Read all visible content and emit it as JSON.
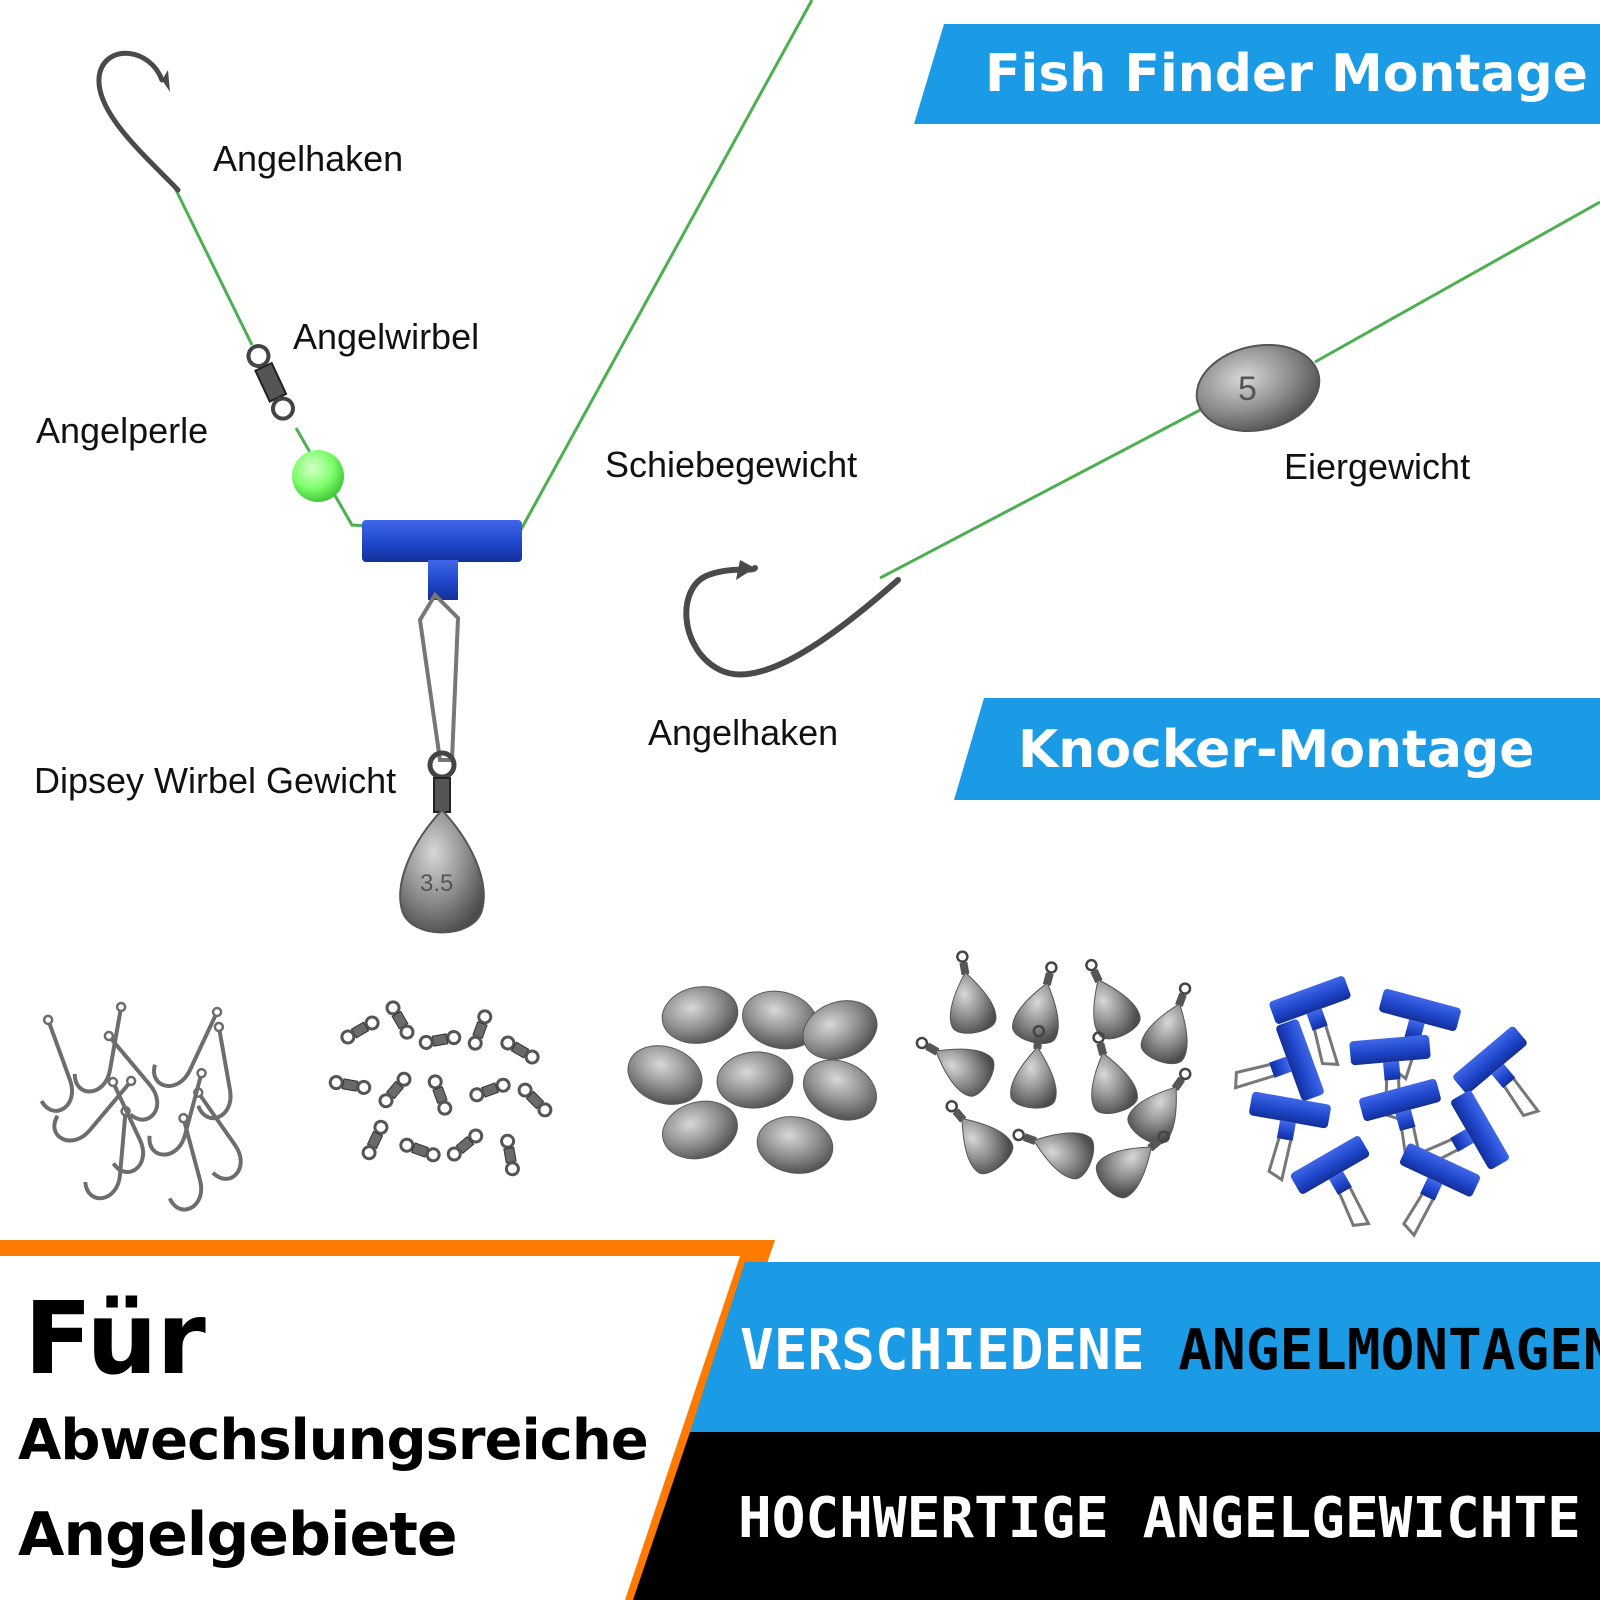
{
  "banners": {
    "fish_finder": "Fish Finder Montage",
    "knocker": "Knocker-Montage"
  },
  "labels": {
    "angelhaken_1": "Angelhaken",
    "angelwirbel": "Angelwirbel",
    "angelperle": "Angelperle",
    "schiebegewicht": "Schiebegewicht",
    "eiergewicht": "Eiergewicht",
    "angelhaken_2": "Angelhaken",
    "dipsey": "Dipsey Wirbel Gewicht"
  },
  "weights": {
    "egg_weight_mark": "5",
    "drop_weight_mark": "3.5"
  },
  "bottom": {
    "fuer": "Für",
    "line2": "Abwechslungsreiche",
    "line3": "Angelgebiete",
    "blue_part1": "VERSCHIEDENE",
    "blue_part2": "ANGELMONTAGEN",
    "black_line": "HOCHWERTIGE ANGELGEWICHTE"
  },
  "colors": {
    "banner_blue": "#1b9ae6",
    "accent_orange": "#ff7a00",
    "line_green": "#4caf50",
    "bead_green": "#7dff6a",
    "sinker_blue": "#1d44c8",
    "lead_grey": "#8a8a8a"
  },
  "products": [
    "hooks",
    "swivels",
    "egg-weights",
    "drop-weights",
    "sinker-slides"
  ]
}
